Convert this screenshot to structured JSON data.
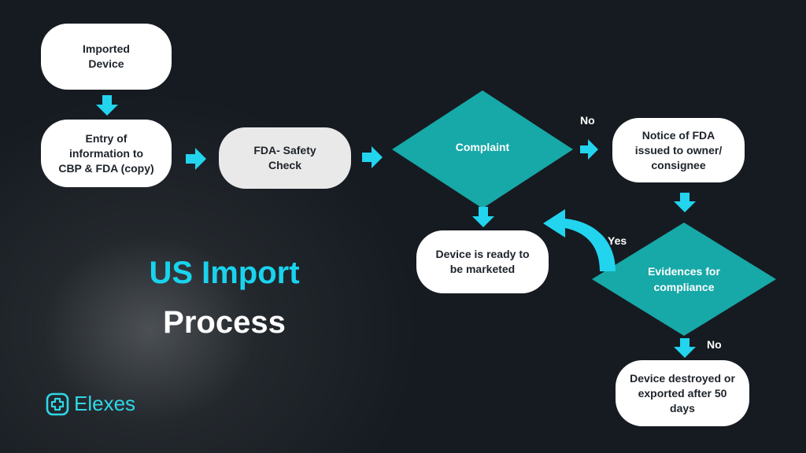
{
  "colors": {
    "background": "#161b21",
    "accent_cyan": "#19d3ee",
    "diamond_teal": "#17a8a8",
    "node_white": "#ffffff",
    "node_grey": "#e9e9e9"
  },
  "title": {
    "line1": "US Import",
    "line2": "Process"
  },
  "logo": {
    "icon": "medical-cross-shield-icon",
    "text": "Elexes"
  },
  "nodes": {
    "imported_device": "Imported\nDevice",
    "entry_info": "Entry of\ninformation to\nCBP & FDA (copy)",
    "fda_safety_check": "FDA- Safety\nCheck",
    "complaint": "Complaint",
    "notice_fda": "Notice of FDA\nissued to owner/\nconsignee",
    "device_ready": "Device is ready to\nbe marketed",
    "evidences": "Evidences for\ncompliance",
    "device_destroyed": "Device destroyed or\nexported after 50\ndays"
  },
  "edge_labels": {
    "complaint_no": "No",
    "evidences_yes": "Yes",
    "evidences_no": "No"
  }
}
